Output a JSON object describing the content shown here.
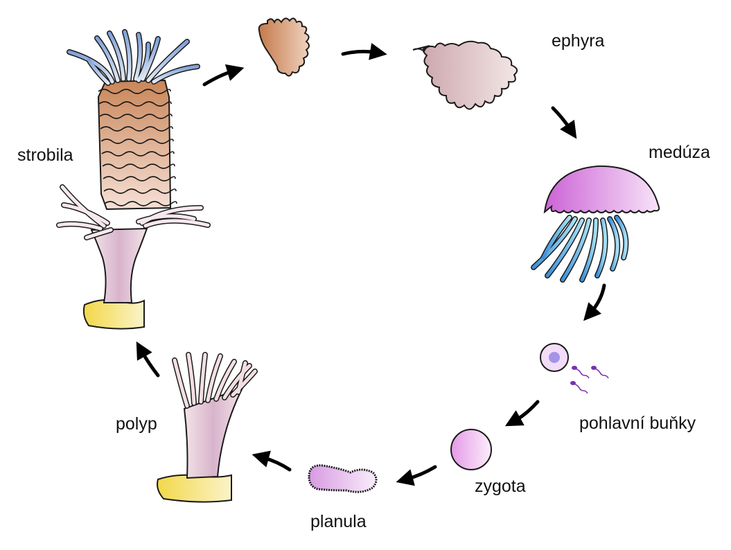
{
  "labels": {
    "ephyra": "ephyra",
    "meduza": "medúza",
    "strobila": "strobila",
    "pohlavni_bunky": "pohlavní buňky",
    "polyp": "polyp",
    "zygota": "zygota",
    "planula": "planula"
  },
  "colors": {
    "outline": "#1a1a1a",
    "arrow": "#000000",
    "polyp_stalk": "#e8cfd6",
    "polyp_accent": "#cfa3c2",
    "substrate": "#f2d84a",
    "strobila_disc": "#d79b78",
    "tentacle_blue": "#7fa1d6",
    "ephyra_brown": "#c98658",
    "ephyra_pink": "#d9b8bd",
    "medusa_bell": "#d782dc",
    "medusa_tentacles": "#5ab3e0",
    "gamete_purple": "#7b2fb0",
    "egg_nucleus": "#a493e8",
    "zygote_pink": "#e7a8e8",
    "planula_pink": "#dca6e4"
  }
}
